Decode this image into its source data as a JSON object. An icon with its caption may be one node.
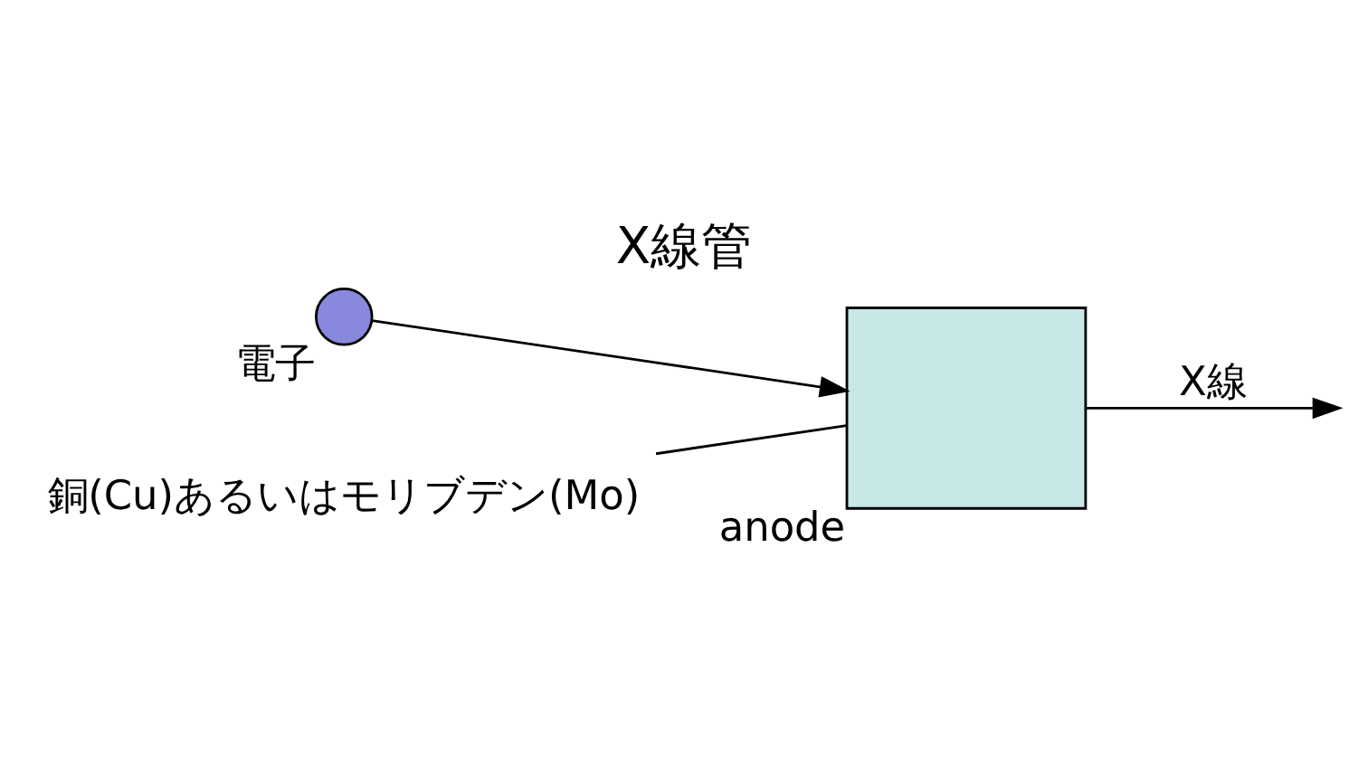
{
  "diagram": {
    "title": "X線管",
    "nodes": [
      {
        "text": [],
        "shape": "circle",
        "beside": [
          "電子"
        ]
      },
      {
        "text": [],
        "shape": "box",
        "beside": [
          "anode"
        ]
      },
      {
        "text": [
          "銅(Cu)あるいはモリブデン(Mo)"
        ]
      }
    ],
    "edges": [
      {
        "from": 0,
        "to": 1,
        "arrow": "to"
      },
      {
        "from": 2,
        "to": 1,
        "arrow": "none"
      },
      {
        "from": 1,
        "to": null,
        "arrow": "to",
        "label": "X線"
      }
    ]
  }
}
